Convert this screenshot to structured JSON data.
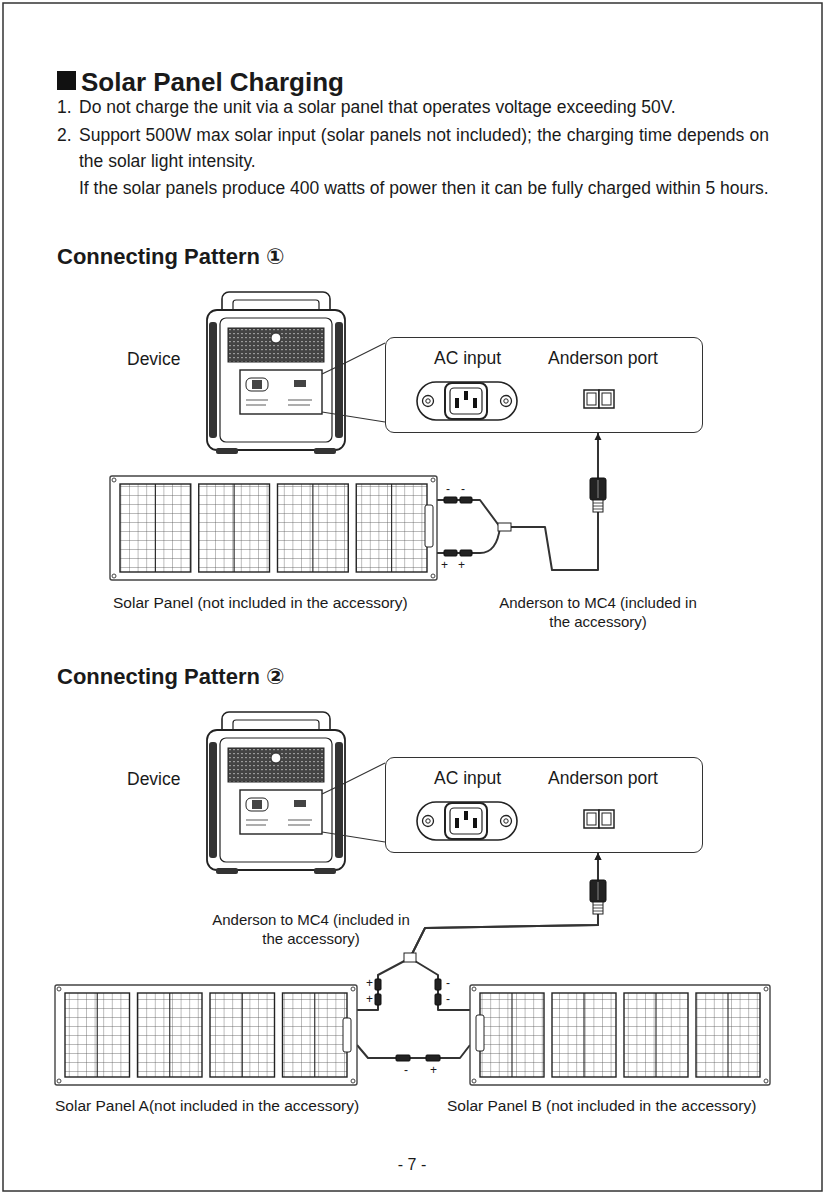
{
  "diagram": {
    "title": "Solar Panel Charging",
    "nodes": [
      {
        "text": [
          "Device"
        ]
      },
      {
        "text": [
          "AC input",
          "Anderson port"
        ]
      },
      {
        "text": [
          "Solar Panel (not included in the accessory)"
        ]
      },
      {
        "text": [
          "Device"
        ]
      },
      {
        "text": [
          "AC input",
          "Anderson port"
        ]
      },
      {
        "text": [
          "Solar Panel A(not included in the accessory)"
        ]
      },
      {
        "text": [
          "Solar Panel B (not included in the accessory)"
        ]
      }
    ],
    "edges": [
      {
        "from": 0,
        "to": 1,
        "arrow": "none"
      },
      {
        "from": 2,
        "to": 1,
        "arrow": "to",
        "label": "Anderson to MC4 (included in the accessory)"
      },
      {
        "from": 3,
        "to": 4,
        "arrow": "none"
      },
      {
        "from": 5,
        "to": 4,
        "arrow": "to",
        "label": "Anderson to MC4 (included in the accessory)"
      },
      {
        "from": 6,
        "to": 4,
        "arrow": "to"
      },
      {
        "from": 5,
        "to": 6,
        "arrow": "none"
      }
    ],
    "labels": [
      "1.",
      "Do not charge the unit via a solar panel that operates voltage exceeding 50V.",
      "2.",
      "Support 500W max solar input (solar panels not included); the charging time depends on the solar light intensity.",
      "If the solar panels produce 400 watts of power then it can be fully charged within 5 hours.",
      "Connecting Pattern ①",
      "-",
      "-",
      "+",
      "+",
      "Connecting Pattern ②",
      "+",
      "+",
      "-",
      "-",
      "-",
      "+",
      "- 7 -"
    ]
  }
}
